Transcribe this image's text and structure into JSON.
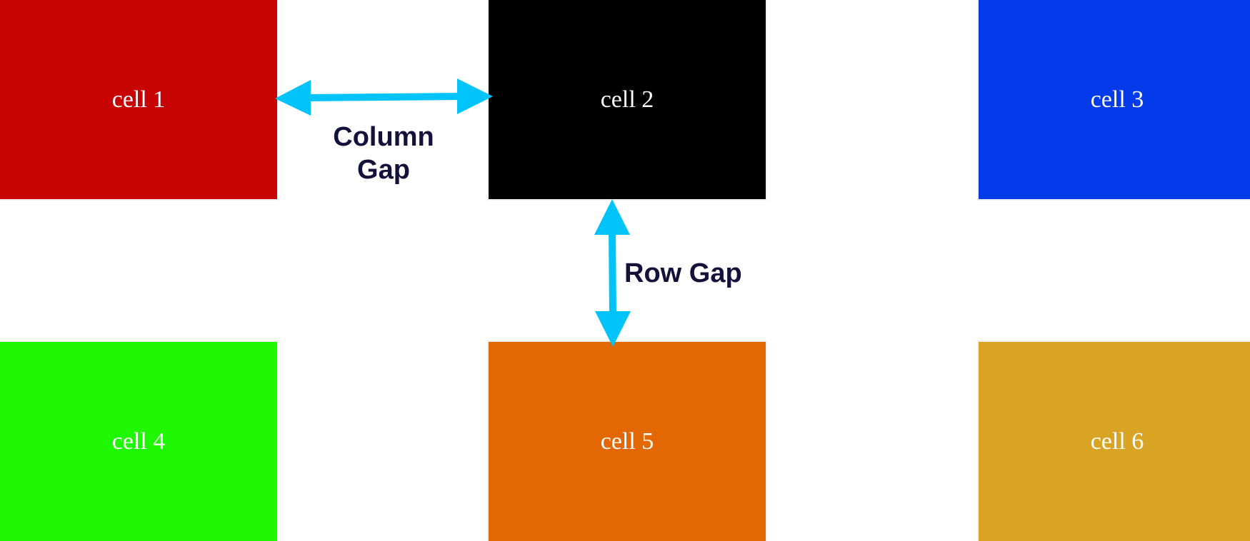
{
  "cells": [
    {
      "label": "cell 1",
      "color": "#c70303"
    },
    {
      "label": "cell 2",
      "color": "#000000"
    },
    {
      "label": "cell 3",
      "color": "#033bea"
    },
    {
      "label": "cell 4",
      "color": "#1ef903"
    },
    {
      "label": "cell 5",
      "color": "#e36803"
    },
    {
      "label": "cell 6",
      "color": "#d9a424"
    }
  ],
  "annotations": {
    "column_gap": {
      "line1": "Column",
      "line2": "Gap"
    },
    "row_gap": "Row Gap"
  },
  "colors": {
    "arrow": "#00c4f9",
    "annotation_text": "#14123a"
  }
}
